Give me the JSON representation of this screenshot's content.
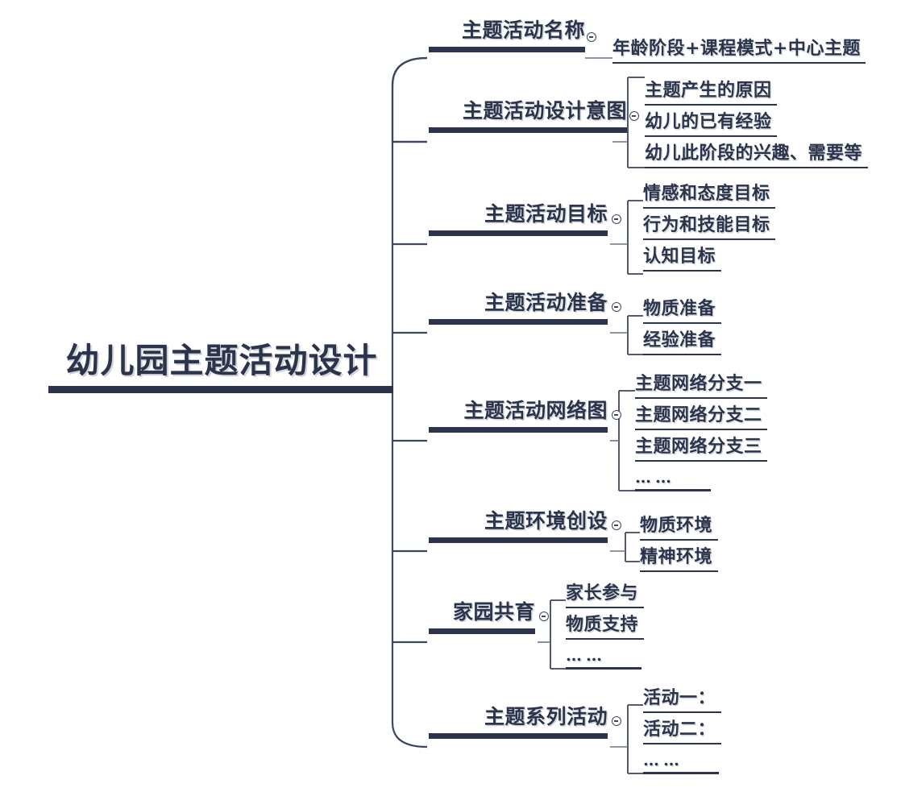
{
  "diagram": {
    "type": "mind-map",
    "title": "幼儿园主题活动设计",
    "accent_color": "#2b344a",
    "background_color": "#ffffff",
    "shadow_color": "#bec4ce",
    "orientation": "left-root-right-branches",
    "ellipsis": "……"
  },
  "root": {
    "label": "幼儿园主题活动设计"
  },
  "branches": [
    {
      "label": "主题活动名称",
      "toggle": "collapse-toggle",
      "children": [
        {
          "label": "年龄阶段+课程模式+中心主题"
        }
      ]
    },
    {
      "label": "主题活动设计意图",
      "toggle": "collapse-toggle",
      "children": [
        {
          "label": "主题产生的原因"
        },
        {
          "label": "幼儿的已有经验"
        },
        {
          "label": "幼儿此阶段的兴趣、需要等"
        }
      ]
    },
    {
      "label": "主题活动目标",
      "toggle": "collapse-toggle",
      "children": [
        {
          "label": "情感和态度目标"
        },
        {
          "label": "行为和技能目标"
        },
        {
          "label": "认知目标"
        }
      ]
    },
    {
      "label": "主题活动准备",
      "toggle": "collapse-toggle",
      "children": [
        {
          "label": "物质准备"
        },
        {
          "label": "经验准备"
        }
      ]
    },
    {
      "label": "主题活动网络图",
      "toggle": "collapse-toggle",
      "children": [
        {
          "label": "主题网络分支一"
        },
        {
          "label": "主题网络分支二"
        },
        {
          "label": "主题网络分支三"
        },
        {
          "label": "……"
        }
      ]
    },
    {
      "label": "主题环境创设",
      "toggle": "collapse-toggle",
      "children": [
        {
          "label": "物质环境"
        },
        {
          "label": "精神环境"
        }
      ]
    },
    {
      "label": "家园共育",
      "toggle": "collapse-toggle",
      "children": [
        {
          "label": "家长参与"
        },
        {
          "label": "物质支持"
        },
        {
          "label": "……"
        }
      ]
    },
    {
      "label": "主题系列活动",
      "toggle": "collapse-toggle",
      "children": [
        {
          "label": "活动一："
        },
        {
          "label": "活动二："
        },
        {
          "label": "……"
        }
      ]
    }
  ]
}
